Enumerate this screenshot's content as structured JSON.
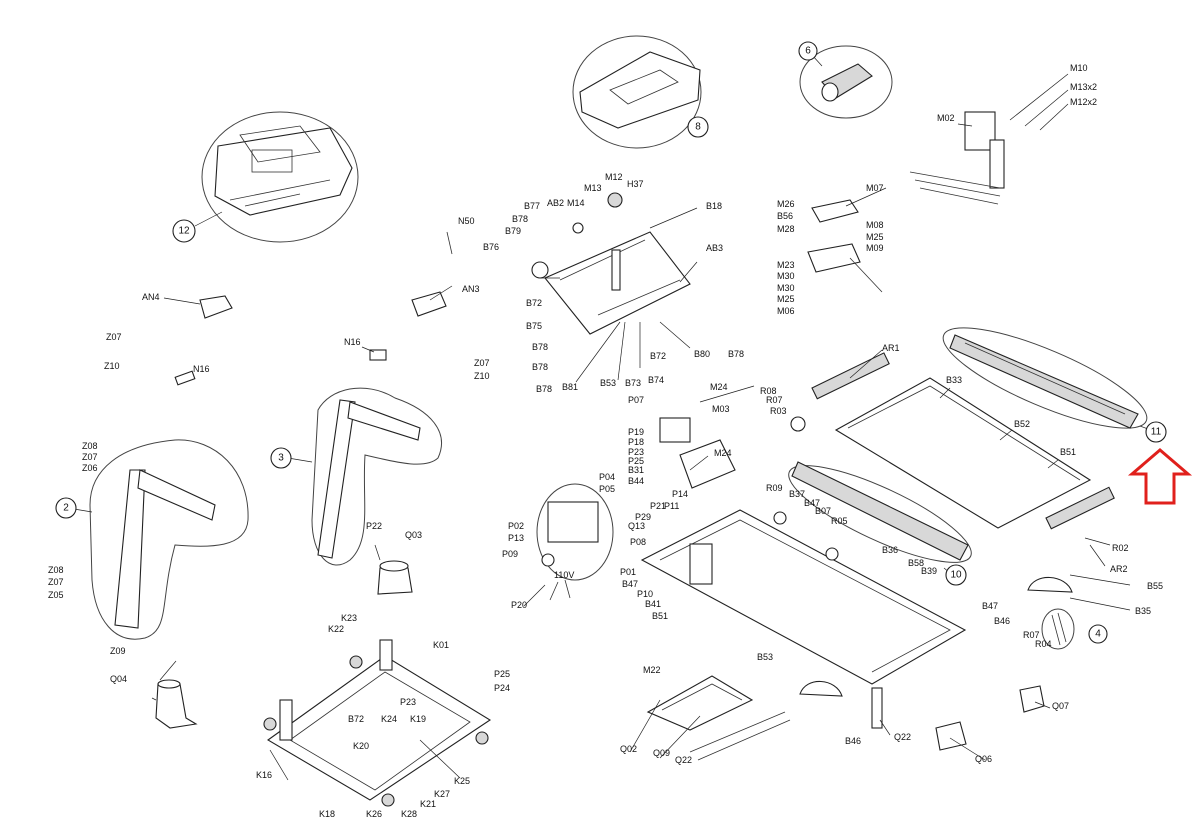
{
  "labels": {
    "M10": "M10",
    "M13x2": "M13x2",
    "M12x2": "M12x2",
    "M02": "M02",
    "M07": "M07",
    "M26": "M26",
    "B56": "B56",
    "M28": "M28",
    "M08": "M08",
    "M25a": "M25",
    "M09": "M09",
    "M23": "M23",
    "M30": "M30",
    "M30b": "M30",
    "M25b": "M25",
    "M06": "M06",
    "M12": "M12",
    "M13": "M13",
    "H37": "H37",
    "B77": "B77",
    "AB2": "AB2",
    "M14": "M14",
    "B78a": "B78",
    "B79": "B79",
    "B76": "B76",
    "B18": "B18",
    "AB3": "AB3",
    "B72a": "B72",
    "B75": "B75",
    "B78b": "B78",
    "B78c": "B78",
    "B81": "B81",
    "B53a": "B53",
    "B73": "B73",
    "B74": "B74",
    "B72b": "B72",
    "B80": "B80",
    "B78d": "B78",
    "N50": "N50",
    "AN4": "AN4",
    "AN3": "AN3",
    "Z07a": "Z07",
    "Z10a": "Z10",
    "N16a": "N16",
    "N16b": "N16",
    "Z07b": "Z07",
    "Z10b": "Z10",
    "Z08a": "Z08",
    "Z07c": "Z07",
    "Z06": "Z06",
    "P22": "P22",
    "Q03": "Q03",
    "Z08b": "Z08",
    "Z07d": "Z07",
    "Z05": "Z05",
    "Z09": "Z09",
    "Q04": "Q04",
    "K23": "K23",
    "K22": "K22",
    "K01": "K01",
    "P25a": "P25",
    "P24": "P24",
    "P23a": "P23",
    "B72c": "B72",
    "K24": "K24",
    "K19": "K19",
    "K20": "K20",
    "K16": "K16",
    "K25": "K25",
    "K27": "K27",
    "K21": "K21",
    "K18": "K18",
    "K26": "K26",
    "K28": "K28",
    "AR1": "AR1",
    "R08": "R08",
    "R07": "R07",
    "R03": "R03",
    "B33": "B33",
    "B52": "B52",
    "B51": "B51",
    "R02": "R02",
    "AR2": "AR2",
    "M24a": "M24",
    "P07": "P07",
    "M03": "M03",
    "P19": "P19",
    "P18": "P18",
    "P23b": "P23",
    "P25b": "P25",
    "B31": "B31",
    "M24b": "M24",
    "B44": "B44",
    "P14": "P14",
    "P04": "P04",
    "P05": "P05",
    "P02": "P02",
    "P13": "P13",
    "P09": "P09",
    "V110": "110V",
    "P20": "P20",
    "P21": "P21",
    "P11": "P11",
    "P29": "P29",
    "Q13": "Q13",
    "P08": "P08",
    "P01": "P01",
    "P10": "P10",
    "B47a": "B47",
    "B41": "B41",
    "B51b": "B51",
    "R09": "R09",
    "B37": "B37",
    "B47b": "B47",
    "B07": "B07",
    "R05": "R05",
    "B36": "B36",
    "B58": "B58",
    "B39": "B39",
    "B55": "B55",
    "B35": "B35",
    "B47c": "B47",
    "B46a": "B46",
    "R07b": "R07",
    "R04": "R04",
    "Q07": "Q07",
    "M22": "M22",
    "B53b": "B53",
    "Q02": "Q02",
    "Q09": "Q09",
    "Q22a": "Q22",
    "B46b": "B46",
    "Q22b": "Q22",
    "Q06": "Q06"
  },
  "callouts": {
    "c2": "2",
    "c3": "3",
    "c4": "4",
    "c6": "6",
    "c8": "8",
    "c10": "10",
    "c11": "11",
    "c12": "12"
  },
  "colors": {
    "line": "#222222",
    "highlight_arrow": "#e0201c",
    "background": "#ffffff"
  },
  "icons": {
    "highlight": "red-outline-up-arrow"
  }
}
